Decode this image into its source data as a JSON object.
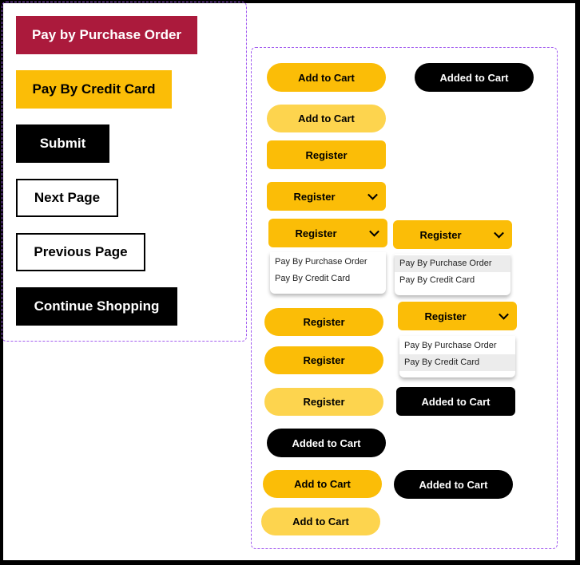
{
  "left_panel": {
    "pay_po": "Pay by Purchase Order",
    "pay_cc": "Pay By Credit Card",
    "submit": "Submit",
    "next_page": "Next Page",
    "previous_page": "Previous Page",
    "continue_shopping": "Continue Shopping"
  },
  "right_panel": {
    "add_to_cart": "Add to Cart",
    "added_to_cart": "Added to Cart",
    "register": "Register",
    "dropdown_options": [
      "Pay By Purchase Order",
      "Pay By Credit Card"
    ]
  },
  "colors": {
    "maroon": "#ab1a3c",
    "gold": "#fbbd07",
    "gold_light": "#fdd44e",
    "black": "#000000",
    "dashed_border": "#a35cf0",
    "menu_highlight": "#ececec"
  },
  "icons": [
    "chevron-down-icon"
  ]
}
